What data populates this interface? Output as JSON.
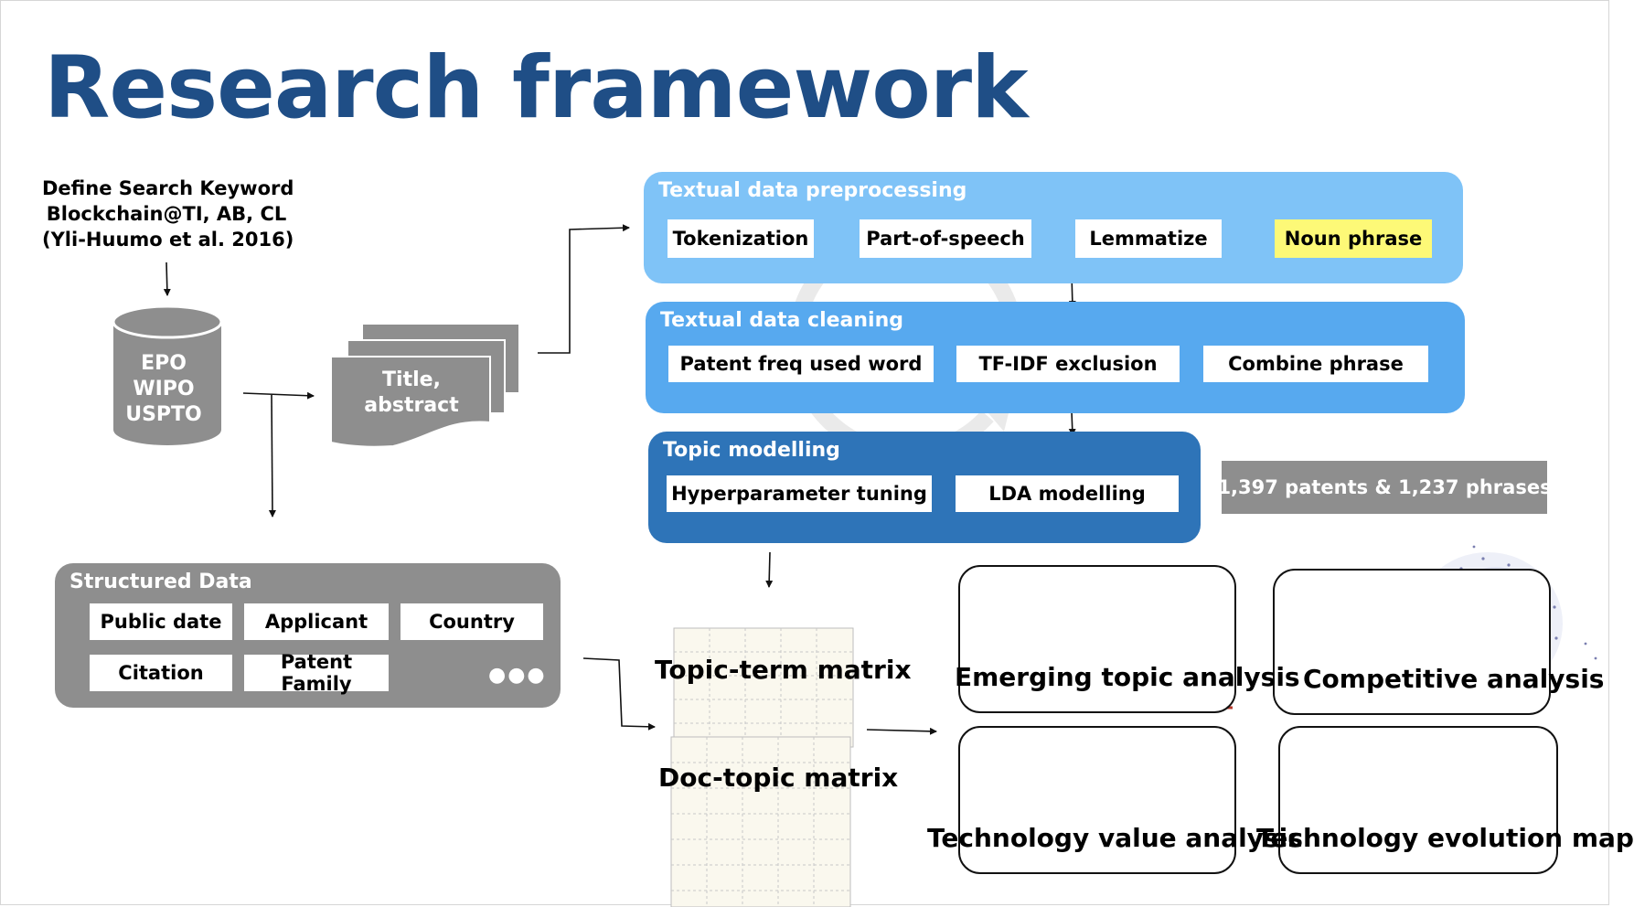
{
  "title": "Research framework",
  "keyword": {
    "line1": "Define Search Keyword",
    "line2": "Blockchain@TI, AB, CL",
    "line3": "(Yli-Huumo et al. 2016)"
  },
  "database": {
    "line1": "EPO",
    "line2": "WIPO",
    "line3": "USPTO"
  },
  "document": {
    "line1": "Title,",
    "line2": "abstract"
  },
  "preprocessing": {
    "title": "Textual data preprocessing",
    "steps": [
      "Tokenization",
      "Part-of-speech",
      "Lemmatize",
      "Noun phrase"
    ]
  },
  "cleaning": {
    "title": "Textual data cleaning",
    "steps": [
      "Patent freq used word",
      "TF-IDF exclusion",
      "Combine phrase"
    ]
  },
  "topic_modelling": {
    "title": "Topic modelling",
    "steps": [
      "Hyperparameter tuning",
      "LDA modelling"
    ]
  },
  "dataset_summary": "1,397 patents & 1,237 phrases",
  "structured_data": {
    "title": "Structured Data",
    "fields": [
      "Public date",
      "Applicant",
      "Country",
      "Citation"
    ],
    "family_line1": "Patent",
    "family_line2": "Family",
    "more": "●●●"
  },
  "matrices": [
    "Topic-term matrix",
    "Doc-topic matrix"
  ],
  "analyses": [
    "Emerging topic analysis",
    "Competitive analysis",
    "Technology value analysis",
    "Technology evolution map"
  ],
  "colors": {
    "title": "#1f4e86",
    "preprocessing": "#7fc3f7",
    "cleaning": "#57a9ef",
    "topic_modelling": "#2e74b8",
    "grey": "#8e8e8e",
    "highlight": "#fdf977"
  }
}
